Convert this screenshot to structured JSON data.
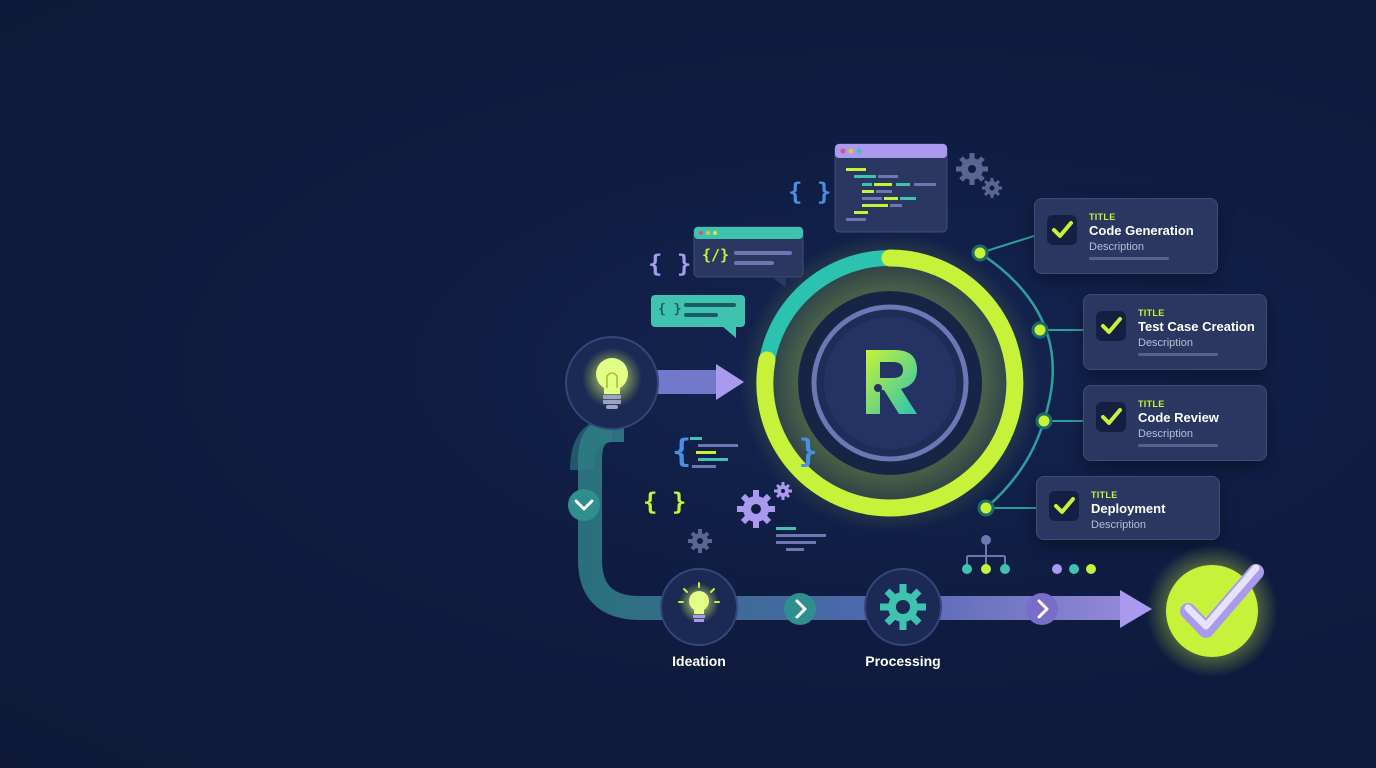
{
  "hub": {
    "logo_letter": "R"
  },
  "task_cards": [
    {
      "tag": "TITLE",
      "title": "Code Generation",
      "description": "Description"
    },
    {
      "tag": "TITLE",
      "title": "Test Case Creation",
      "description": "Description"
    },
    {
      "tag": "TITLE",
      "title": "Code Review",
      "description": "Description"
    },
    {
      "tag": "TITLE",
      "title": "Deployment",
      "description": "Description"
    }
  ],
  "pipeline": {
    "stages": [
      {
        "label": "Ideation"
      },
      {
        "label": "Processing"
      }
    ]
  },
  "decor_glyphs": {
    "braces": "{ }",
    "code_tag": "{/}"
  },
  "colors": {
    "background": "#0e1a3a",
    "lime_accent": "#c6f23a",
    "teal_accent": "#3fc3b0",
    "purple_accent": "#a99af0",
    "card_fill": "#2a3761"
  }
}
